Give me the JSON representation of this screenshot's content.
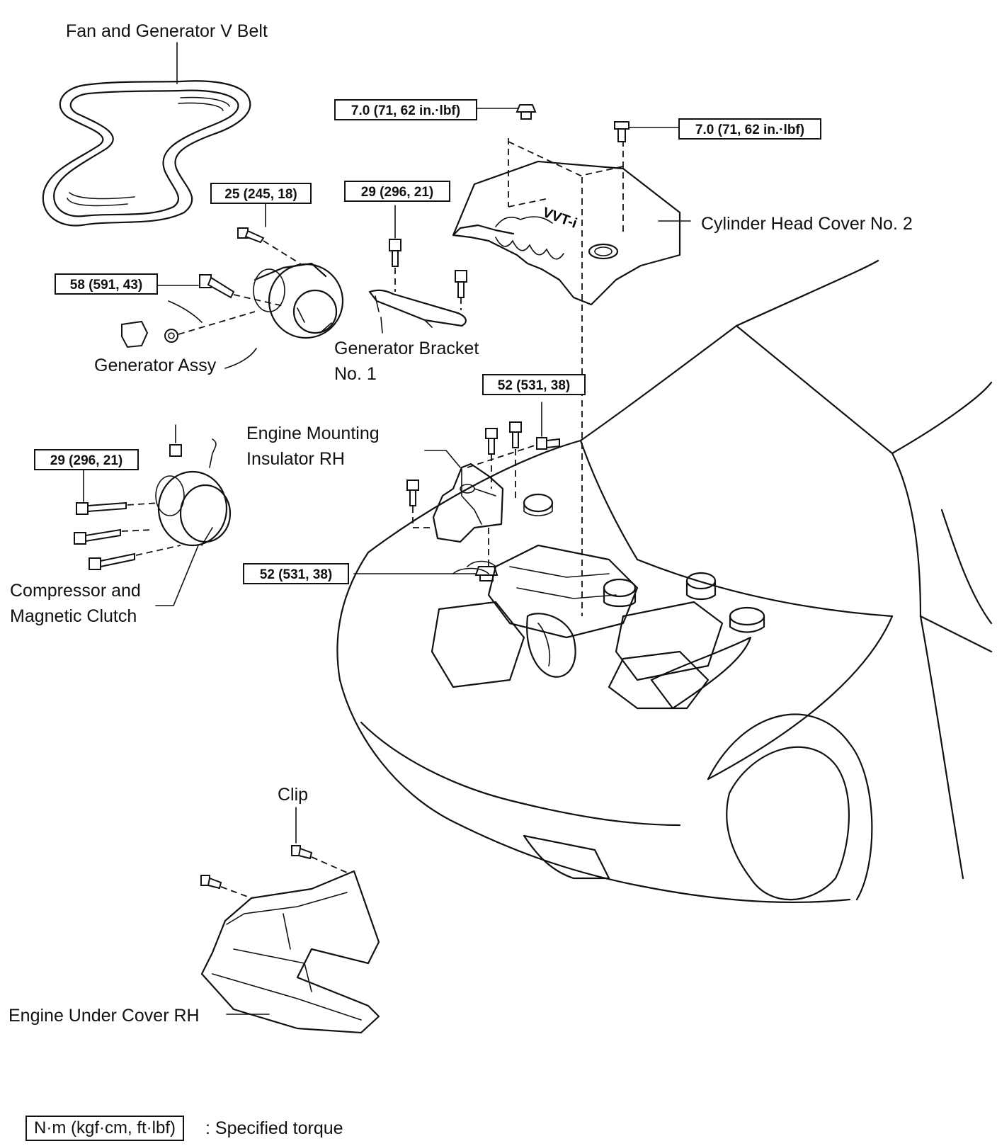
{
  "parts": {
    "fan_belt": "Fan and Generator V Belt",
    "cyl_cover": "Cylinder Head Cover No. 2",
    "gen_bracket_1": "Generator Bracket",
    "gen_bracket_2": "No. 1",
    "gen_assy": "Generator Assy",
    "mount_1": "Engine Mounting",
    "mount_2": "Insulator RH",
    "compressor_1": "Compressor and",
    "compressor_2": "Magnetic Clutch",
    "clip": "Clip",
    "under_cover": "Engine Under Cover RH",
    "vvti_mark": "VVT-i"
  },
  "torques": {
    "cover_nut": "7.0 (71, 62 in.·lbf)",
    "cover_bolt": "7.0 (71, 62 in.·lbf)",
    "gen_upper": "25 (245, 18)",
    "gen_pivot": "58 (591, 43)",
    "bracket": "29 (296, 21)",
    "mount_upper": "52 (531, 38)",
    "compressor": "29 (296, 21)",
    "mount_lower": "52 (531, 38)"
  },
  "legend": {
    "unit": "N·m (kgf·cm, ft·lbf)",
    "text": ": Specified torque"
  }
}
